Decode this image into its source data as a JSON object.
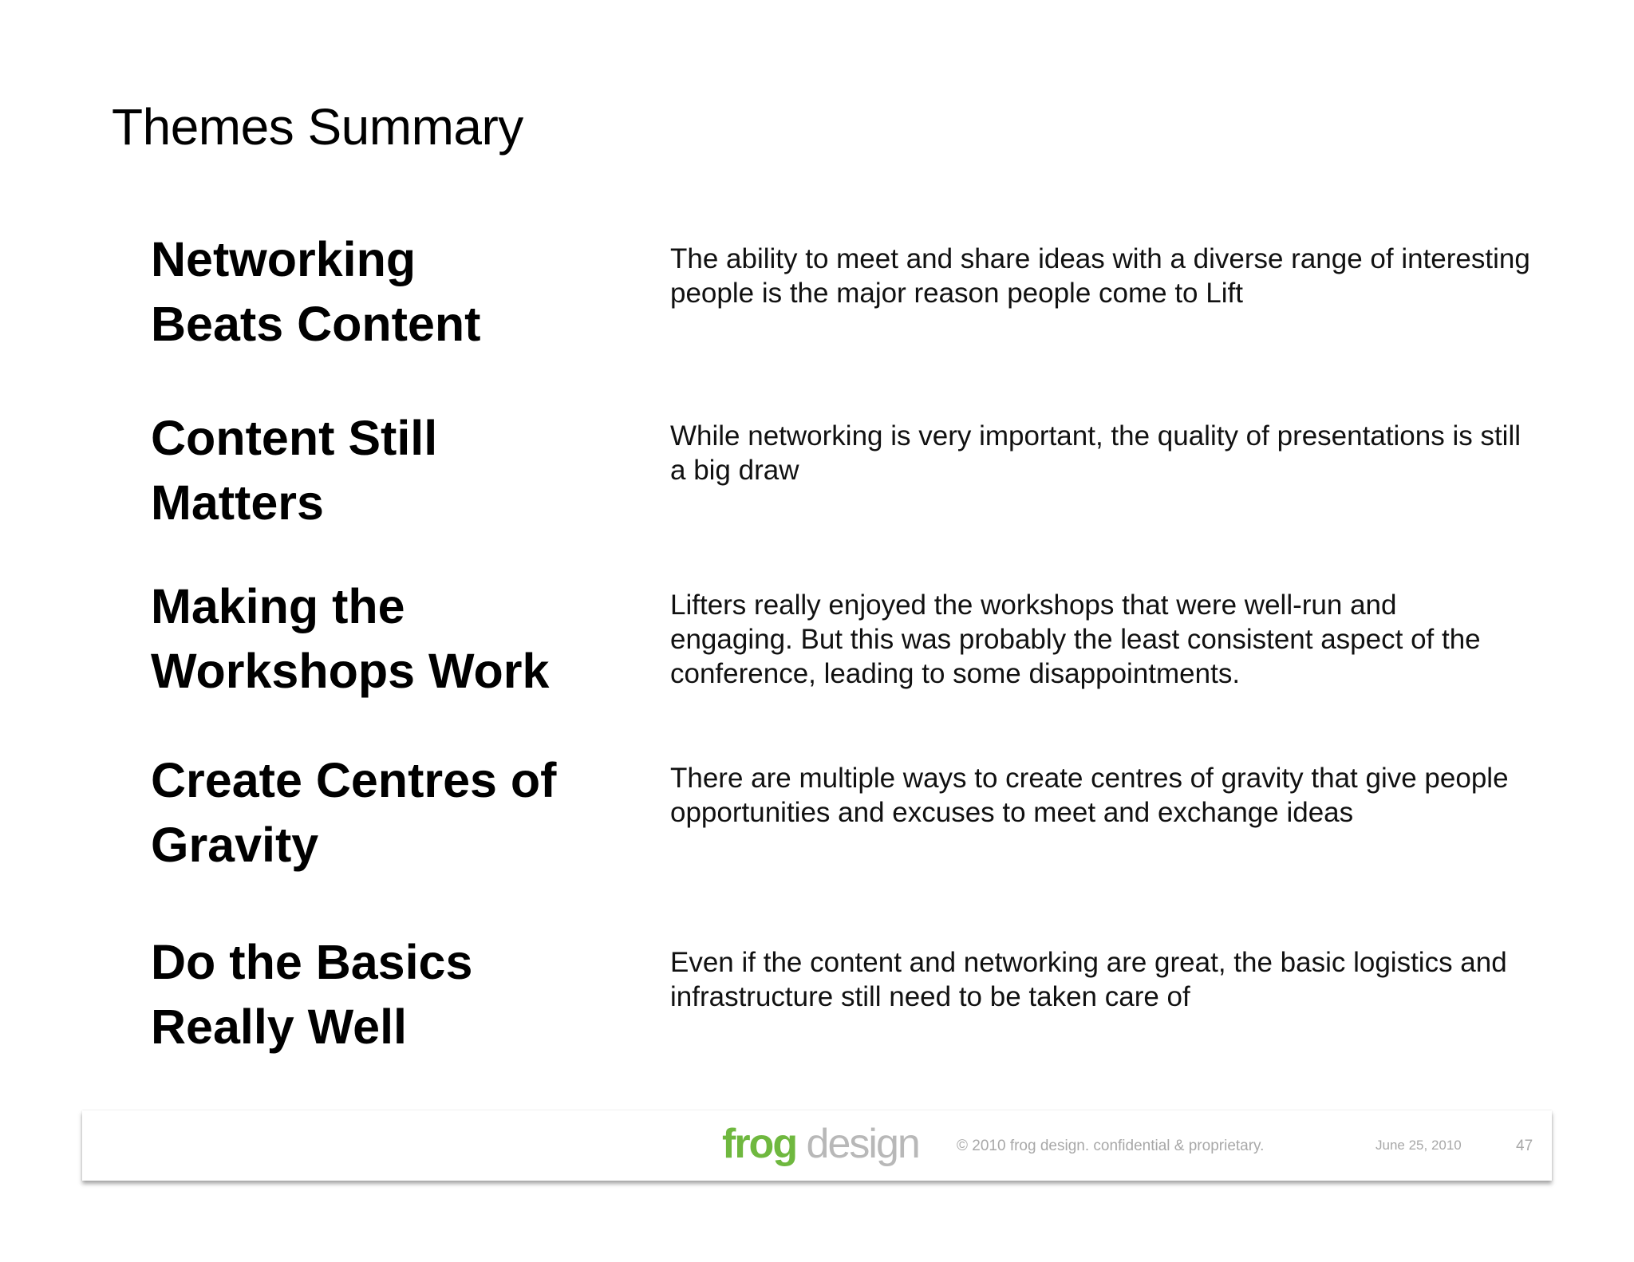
{
  "title": "Themes Summary",
  "themes": [
    {
      "heading_lines": [
        "Networking",
        "Beats Content"
      ],
      "description": "The ability to meet and share ideas with a diverse range of interesting people is the major reason people come to Lift"
    },
    {
      "heading_lines": [
        "Content Still",
        "Matters"
      ],
      "description": "While networking is very important, the quality of presentations is still a big draw"
    },
    {
      "heading_lines": [
        "Making the",
        "Workshops Work"
      ],
      "description": "Lifters really enjoyed the workshops that were well-run and engaging. But this was probably the least consistent aspect of the conference, leading to some disappointments."
    },
    {
      "heading_lines": [
        "Create Centres of",
        "Gravity"
      ],
      "description": "There are multiple ways to create centres of gravity that give people opportunities and excuses to meet and exchange ideas"
    },
    {
      "heading_lines": [
        "Do the Basics",
        "Really Well"
      ],
      "description": "Even if the content and networking are great, the basic logistics and infrastructure still need to be taken care of"
    }
  ],
  "footer": {
    "logo_frog": "frog",
    "logo_design": "design",
    "copyright": "© 2010 frog design. confidential & proprietary.",
    "date": "June 25, 2010",
    "page_number": "47"
  }
}
